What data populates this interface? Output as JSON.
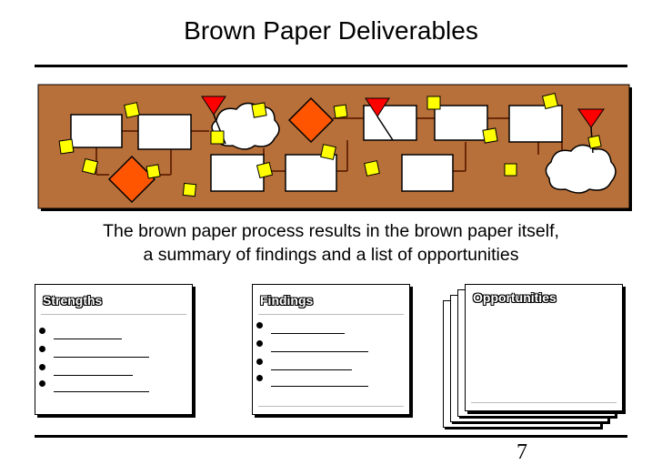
{
  "title": "Brown Paper Deliverables",
  "caption_line1": "The brown paper process results in the brown paper itself,",
  "caption_line2": "a summary of findings and a list of opportunities",
  "page_number": "7",
  "colors": {
    "brown_paper": "#b8703a",
    "sticky_note": "#ffff00",
    "decision_diamond": "#ff5500",
    "flag": "#ff0000"
  },
  "documents": {
    "strengths": {
      "title": "Strengths",
      "bullet_count": 4
    },
    "findings": {
      "title": "Findings",
      "bullet_count": 4
    },
    "opportunities": {
      "title": "Opportunities",
      "stacked_sheets": 4
    }
  }
}
